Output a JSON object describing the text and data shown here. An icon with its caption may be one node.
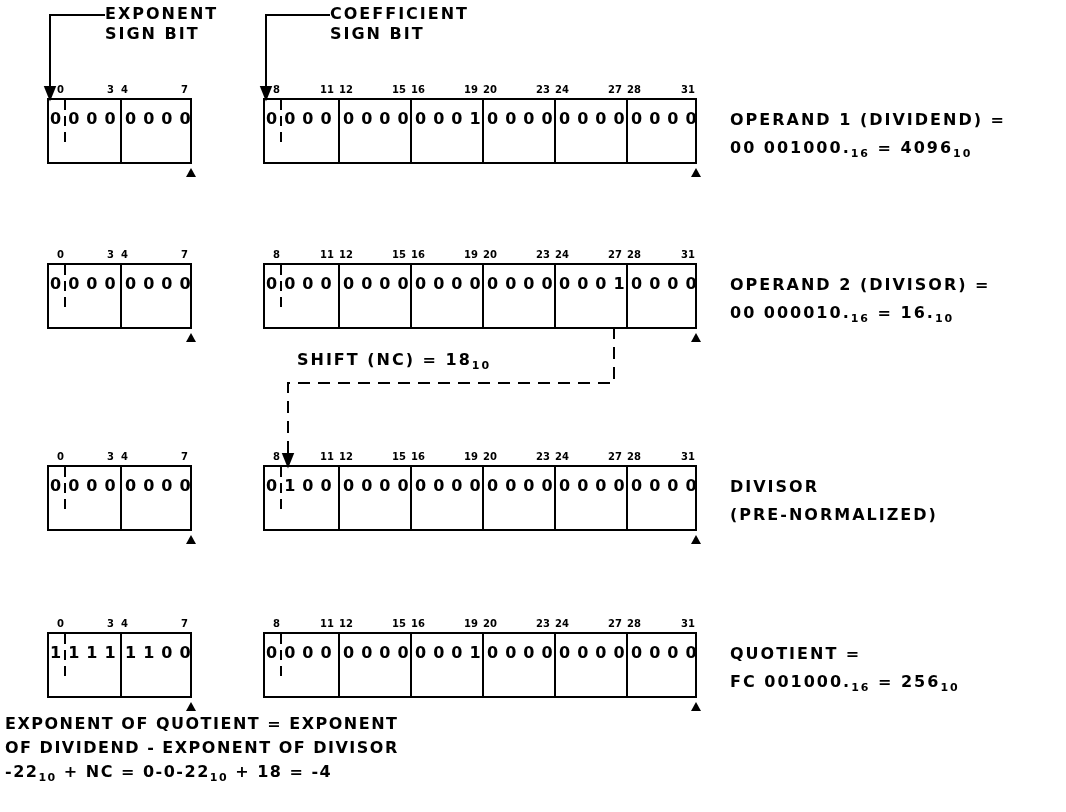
{
  "diagram": {
    "nodes": [
      {
        "text": [
          "EXPONENT SIGN BIT"
        ]
      },
      {
        "text": [
          "COEFFICIENT SIGN BIT"
        ]
      },
      {
        "text": [],
        "shape": "box"
      },
      {
        "text": [
          "0000"
        ],
        "in": 2
      },
      {
        "text": [
          "0000"
        ],
        "in": 2
      },
      {
        "text": [],
        "shape": "box"
      },
      {
        "text": [
          "0000"
        ],
        "in": 5
      },
      {
        "text": [
          "0000"
        ],
        "in": 5
      },
      {
        "text": [
          "0001"
        ],
        "in": 5
      },
      {
        "text": [
          "0000"
        ],
        "in": 5
      },
      {
        "text": [
          "0000"
        ],
        "in": 5
      },
      {
        "text": [
          "0000"
        ],
        "in": 5
      },
      {
        "text": [],
        "shape": "box"
      },
      {
        "text": [
          "0000"
        ],
        "in": 12
      },
      {
        "text": [
          "0000"
        ],
        "in": 12
      },
      {
        "text": [],
        "shape": "box"
      },
      {
        "text": [
          "0000"
        ],
        "in": 15
      },
      {
        "text": [
          "0000"
        ],
        "in": 15
      },
      {
        "text": [
          "0000"
        ],
        "in": 15
      },
      {
        "text": [
          "0000"
        ],
        "in": 15
      },
      {
        "text": [
          "0001"
        ],
        "in": 15
      },
      {
        "text": [
          "0000"
        ],
        "in": 15
      },
      {
        "text": [],
        "shape": "box"
      },
      {
        "text": [
          "0000"
        ],
        "in": 22
      },
      {
        "text": [
          "0000"
        ],
        "in": 22
      },
      {
        "text": [],
        "shape": "box"
      },
      {
        "text": [
          "0100"
        ],
        "in": 25
      },
      {
        "text": [
          "0000"
        ],
        "in": 25
      },
      {
        "text": [
          "0000"
        ],
        "in": 25
      },
      {
        "text": [
          "0000"
        ],
        "in": 25
      },
      {
        "text": [
          "0000"
        ],
        "in": 25
      },
      {
        "text": [
          "0000"
        ],
        "in": 25
      },
      {
        "text": [],
        "shape": "box"
      },
      {
        "text": [
          "1111"
        ],
        "in": 32
      },
      {
        "text": [
          "1100"
        ],
        "in": 32
      },
      {
        "text": [],
        "shape": "box"
      },
      {
        "text": [
          "0000"
        ],
        "in": 35
      },
      {
        "text": [
          "0000"
        ],
        "in": 35
      },
      {
        "text": [
          "0001"
        ],
        "in": 35
      },
      {
        "text": [
          "0000"
        ],
        "in": 35
      },
      {
        "text": [
          "0000"
        ],
        "in": 35
      },
      {
        "text": [
          "0000"
        ],
        "in": 35
      }
    ],
    "edges": [
      {
        "from": 0,
        "to": 3,
        "arrow": "to"
      },
      {
        "from": 1,
        "to": 6,
        "arrow": "to"
      },
      {
        "from": 20,
        "to": 26,
        "arrow": "to",
        "style": "dashed",
        "label": "SHIFT (NC) = 18$_{10}$"
      }
    ],
    "labels": [
      "0",
      "3",
      "4",
      "7",
      "8",
      "11",
      "12",
      "15",
      "16",
      "19",
      "20",
      "23",
      "24",
      "27",
      "28",
      "31",
      "OPERAND 1 (DIVIDEND) =",
      "00 001000.$_{16}$ = 4096$_{10}$",
      "0",
      "3",
      "4",
      "7",
      "8",
      "11",
      "12",
      "15",
      "16",
      "19",
      "20",
      "23",
      "24",
      "27",
      "28",
      "31",
      "OPERAND 2 (DIVISOR) =",
      "00 000010.$_{16}$ = 16.$_{10}$",
      "0",
      "3",
      "4",
      "7",
      "8",
      "11",
      "12",
      "15",
      "16",
      "19",
      "20",
      "23",
      "24",
      "27",
      "28",
      "31",
      "DIVISOR",
      "(PRE-NORMALIZED)",
      "0",
      "3",
      "4",
      "7",
      "8",
      "11",
      "12",
      "15",
      "16",
      "19",
      "20",
      "23",
      "24",
      "27",
      "28",
      "31",
      "QUOTIENT =",
      "FC 001000.$_{16}$ = 256$_{10}$",
      "EXPONENT OF QUOTIENT = EXPONENT OF DIVIDEND - EXPONENT OF DIVISOR",
      "-22$_{10}$ + NC = 0-0-22$_{10}$ + 18 = -4"
    ]
  }
}
